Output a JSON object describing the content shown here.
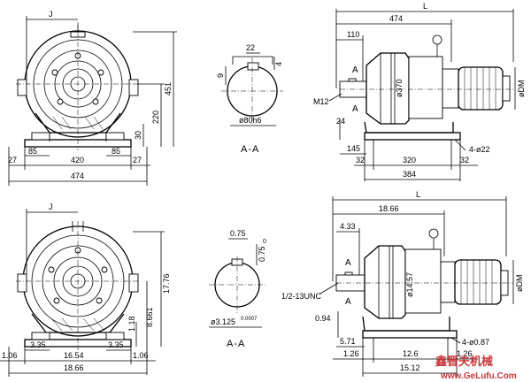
{
  "top_front": {
    "j": "J",
    "h451": "451",
    "h220": "220",
    "h30": "30",
    "w85a": "85",
    "w85b": "85",
    "w27a": "27",
    "w420": "420",
    "w27b": "27",
    "w474": "474"
  },
  "top_section": {
    "w22": "22",
    "h9": "9",
    "h4": "4",
    "dia": "ø80h6",
    "title": "A-A"
  },
  "top_side": {
    "L": "L",
    "w474": "474",
    "w110": "110",
    "A1": "A",
    "A2": "A",
    "m12": "M12",
    "d370": "ø370",
    "dDM": "øDM",
    "h24": "24",
    "w145": "145",
    "w32a": "32",
    "w320": "320",
    "w32b": "32",
    "holes": "4-ø22",
    "w384": "384"
  },
  "bot_front": {
    "j": "J",
    "h1776": "17.76",
    "h8661": "8.661",
    "h118": "1.18",
    "w335a": "3.35",
    "w335b": "3.35",
    "w106a": "1.06",
    "w1654": "16.54",
    "w106b": "1.06",
    "w1866": "18.66"
  },
  "bot_section": {
    "w075a": "0.75",
    "h075": "0.75",
    "h0007": "0.0007",
    "h0": "0",
    "dia": "ø3.125",
    "title": "A-A"
  },
  "bot_side": {
    "L": "L",
    "w1866": "18.66",
    "w433": "4.33",
    "A1": "A",
    "A2": "A",
    "unc": "1/2-13UNC",
    "d1457": "ø14.57",
    "dDM": "øDM",
    "h094": "0.94",
    "w571": "5.71",
    "holes": "4-ø0.87",
    "w126a": "1.26",
    "w126": "12.6",
    "w126b": "1.26",
    "w1512": "15.12"
  },
  "watermark": {
    "cn": "鑫晋夫机械",
    "url": "www.GeLufu.Com"
  }
}
